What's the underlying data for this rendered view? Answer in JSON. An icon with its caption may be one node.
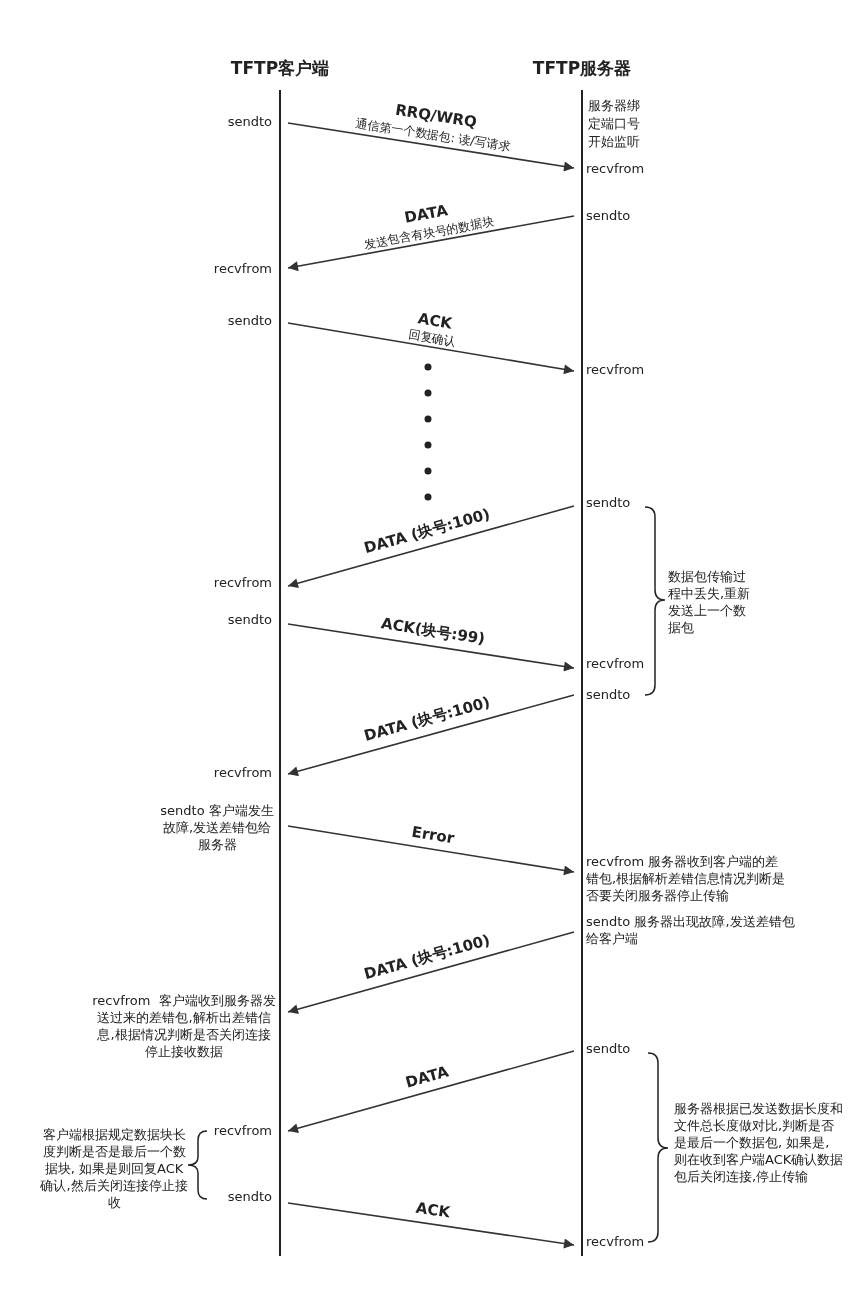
{
  "diagram": {
    "nodes": [
      {
        "text": [
          "sendto"
        ]
      },
      {
        "text": [
          "recvfrom"
        ]
      },
      {
        "text": [
          "sendto"
        ]
      },
      {
        "text": [
          "recvfrom"
        ]
      },
      {
        "text": [
          "sendto"
        ]
      },
      {
        "text": [
          "recvfrom"
        ]
      },
      {
        "text": [
          "sendto 客户端发生故障,发送差错包给服务器"
        ]
      },
      {
        "text": [
          "recvfrom  客户端收到服务器发送过来的差错包,解析出差错信息,根据情况判断是否关闭连接停止接收数据"
        ]
      },
      {
        "text": [
          "recvfrom"
        ]
      },
      {
        "text": [
          "sendto"
        ]
      },
      {
        "text": [
          "recvfrom"
        ]
      },
      {
        "text": [
          "sendto"
        ]
      },
      {
        "text": [
          "recvfrom"
        ]
      },
      {
        "text": [
          "sendto"
        ]
      },
      {
        "text": [
          "recvfrom"
        ]
      },
      {
        "text": [
          "sendto"
        ]
      },
      {
        "text": [
          "recvfrom 服务器收到客户端的差错包,根据解析差错信息情况判断是否要关闭服务器停止传输"
        ]
      },
      {
        "text": [
          "sendto 服务器出现故障,发送差错包给客户端"
        ]
      },
      {
        "text": [
          "sendto"
        ]
      },
      {
        "text": [
          "recvfrom"
        ]
      }
    ],
    "edges": [
      {
        "from": 0,
        "to": 10,
        "arrow": "to",
        "label": "RRQ/WRQ"
      },
      {
        "from": 11,
        "to": 1,
        "arrow": "to",
        "label": "DATA"
      },
      {
        "from": 2,
        "to": 12,
        "arrow": "to",
        "label": "ACK"
      },
      {
        "from": 13,
        "to": 3,
        "arrow": "to",
        "label": "DATA (块号:100)"
      },
      {
        "from": 4,
        "to": 14,
        "arrow": "to",
        "label": "ACK(块号:99)"
      },
      {
        "from": 15,
        "to": 5,
        "arrow": "to",
        "label": "DATA (块号:100)"
      },
      {
        "from": 6,
        "to": 16,
        "arrow": "to",
        "label": "Error"
      },
      {
        "from": 17,
        "to": 7,
        "arrow": "to",
        "label": "DATA (块号:100)"
      },
      {
        "from": 18,
        "to": 8,
        "arrow": "to",
        "label": "DATA"
      },
      {
        "from": 9,
        "to": 19,
        "arrow": "to",
        "label": "ACK"
      }
    ],
    "labels": [
      "TFTP客户端",
      "TFTP服务器",
      "服务器绑定端口号开始监听",
      "通信第一个数据包: 读/写请求",
      "发送包含有块号的数据块",
      "回复确认",
      "数据包传输过程中丢失,重新发送上一个数据包",
      "客户端根据规定数据块长度判断是否是最后一个数据块, 如果是则回复ACK确认,然后关闭连接停止接收",
      "服务器根据已发送数据长度和文件总长度做对比,判断是否是最后一个数据包, 如果是, 则在收到客户端ACK确认数据包后关闭连接,停止传输"
    ]
  }
}
